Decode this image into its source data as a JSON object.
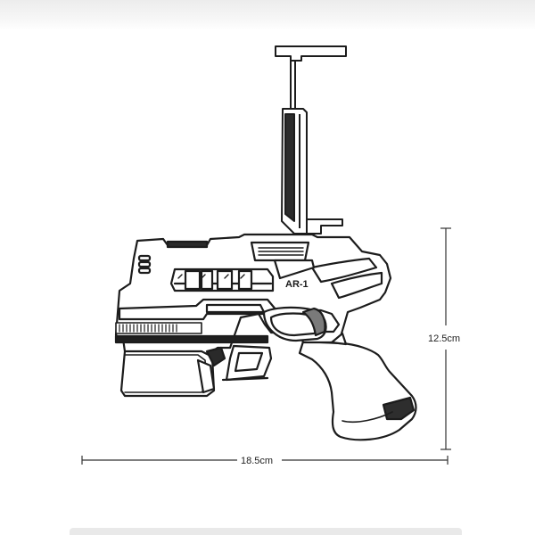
{
  "product": {
    "model_label": "AR-1"
  },
  "dimensions": {
    "width_label": "18.5cm",
    "height_label": "12.5cm"
  }
}
